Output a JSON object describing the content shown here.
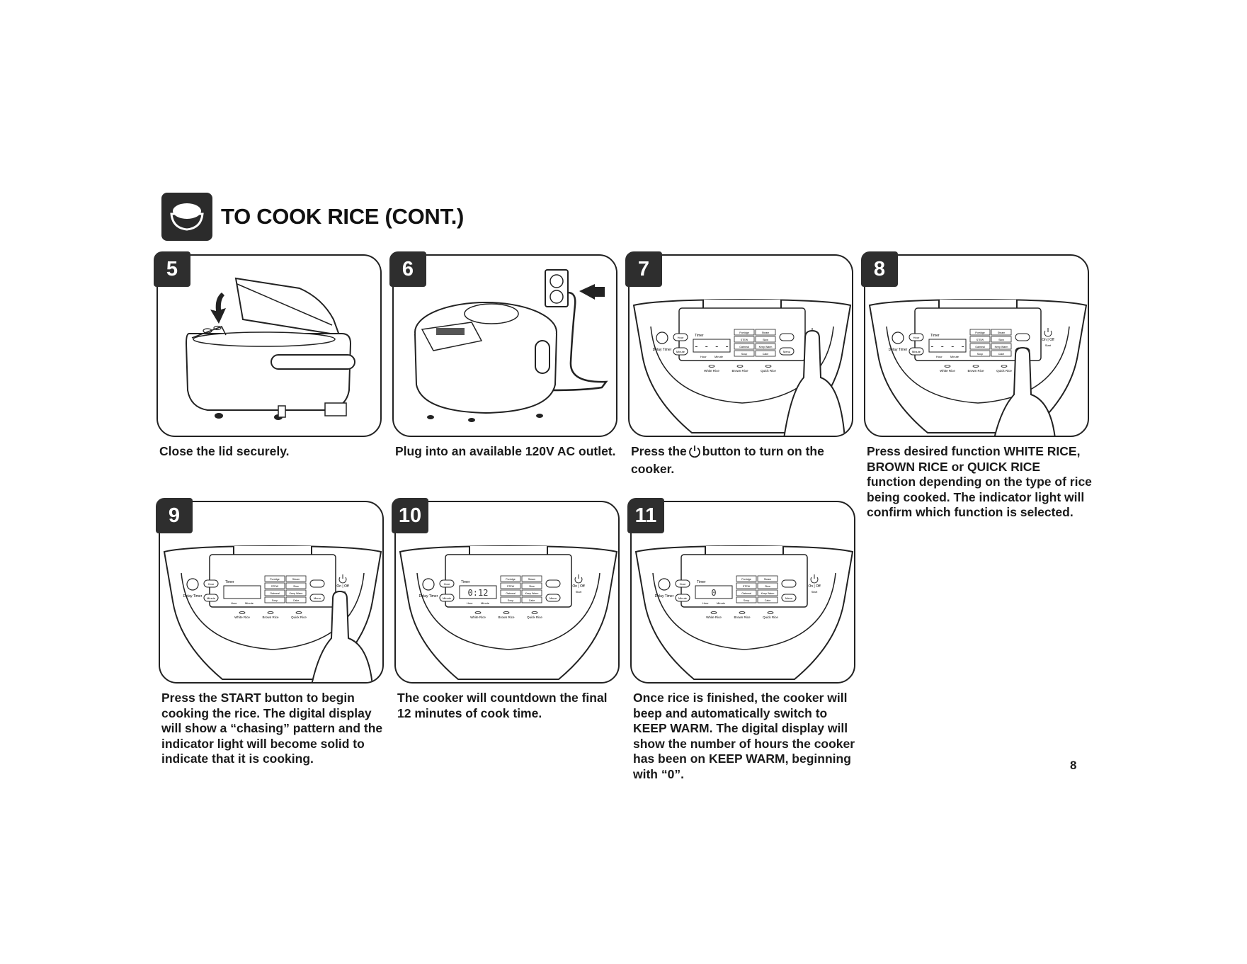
{
  "header": {
    "title": "TO COOK RICE (CONT.)",
    "icon": "rice-bowl-icon"
  },
  "steps": [
    {
      "number": "5",
      "caption": "Close the lid securely."
    },
    {
      "number": "6",
      "caption": "Plug into an available 120V AC outlet."
    },
    {
      "number": "7",
      "caption_before": "Press the",
      "caption_after": "button to turn on the cooker.",
      "inline_icon": "power-icon"
    },
    {
      "number": "8",
      "caption": "Press desired function WHITE RICE, BROWN RICE or QUICK RICE function depending on the type of rice being cooked. The indicator light will confirm which function is selected."
    },
    {
      "number": "9",
      "caption": "Press the START button to begin cooking the rice. The digital display will show a “chasing” pattern and the indicator light will become solid to indicate that it is cooking."
    },
    {
      "number": "10",
      "caption": "The cooker will countdown the final 12 minutes of cook time."
    },
    {
      "number": "11",
      "caption": "Once rice is finished, the cooker will beep and automatically switch to KEEP WARM. The digital display will show the number of hours the cooker has been on KEEP WARM, beginning with “0”."
    }
  ],
  "control_panel": {
    "delay_timer_label": "Delay Timer",
    "hour_button": "Hour",
    "minute_button": "Minute",
    "timer_label": "Timer",
    "hour_label": "Hour",
    "minute_label": "Minute",
    "functions": [
      "Porridge",
      "Steam",
      "STEW",
      "Slow",
      "Oatmeal",
      "Keep Warm",
      "Soup",
      "Cake"
    ],
    "menu_button": "Menu",
    "on_off_label": "On | Off",
    "start_label": "Start",
    "presets": [
      "White Rice",
      "Brown Rice",
      "Quick Rice"
    ],
    "display_step7": "- - - -",
    "display_step8": "- - - -",
    "display_step9": "",
    "display_step10": "0:12",
    "display_step11": "0"
  },
  "page_number": "8"
}
